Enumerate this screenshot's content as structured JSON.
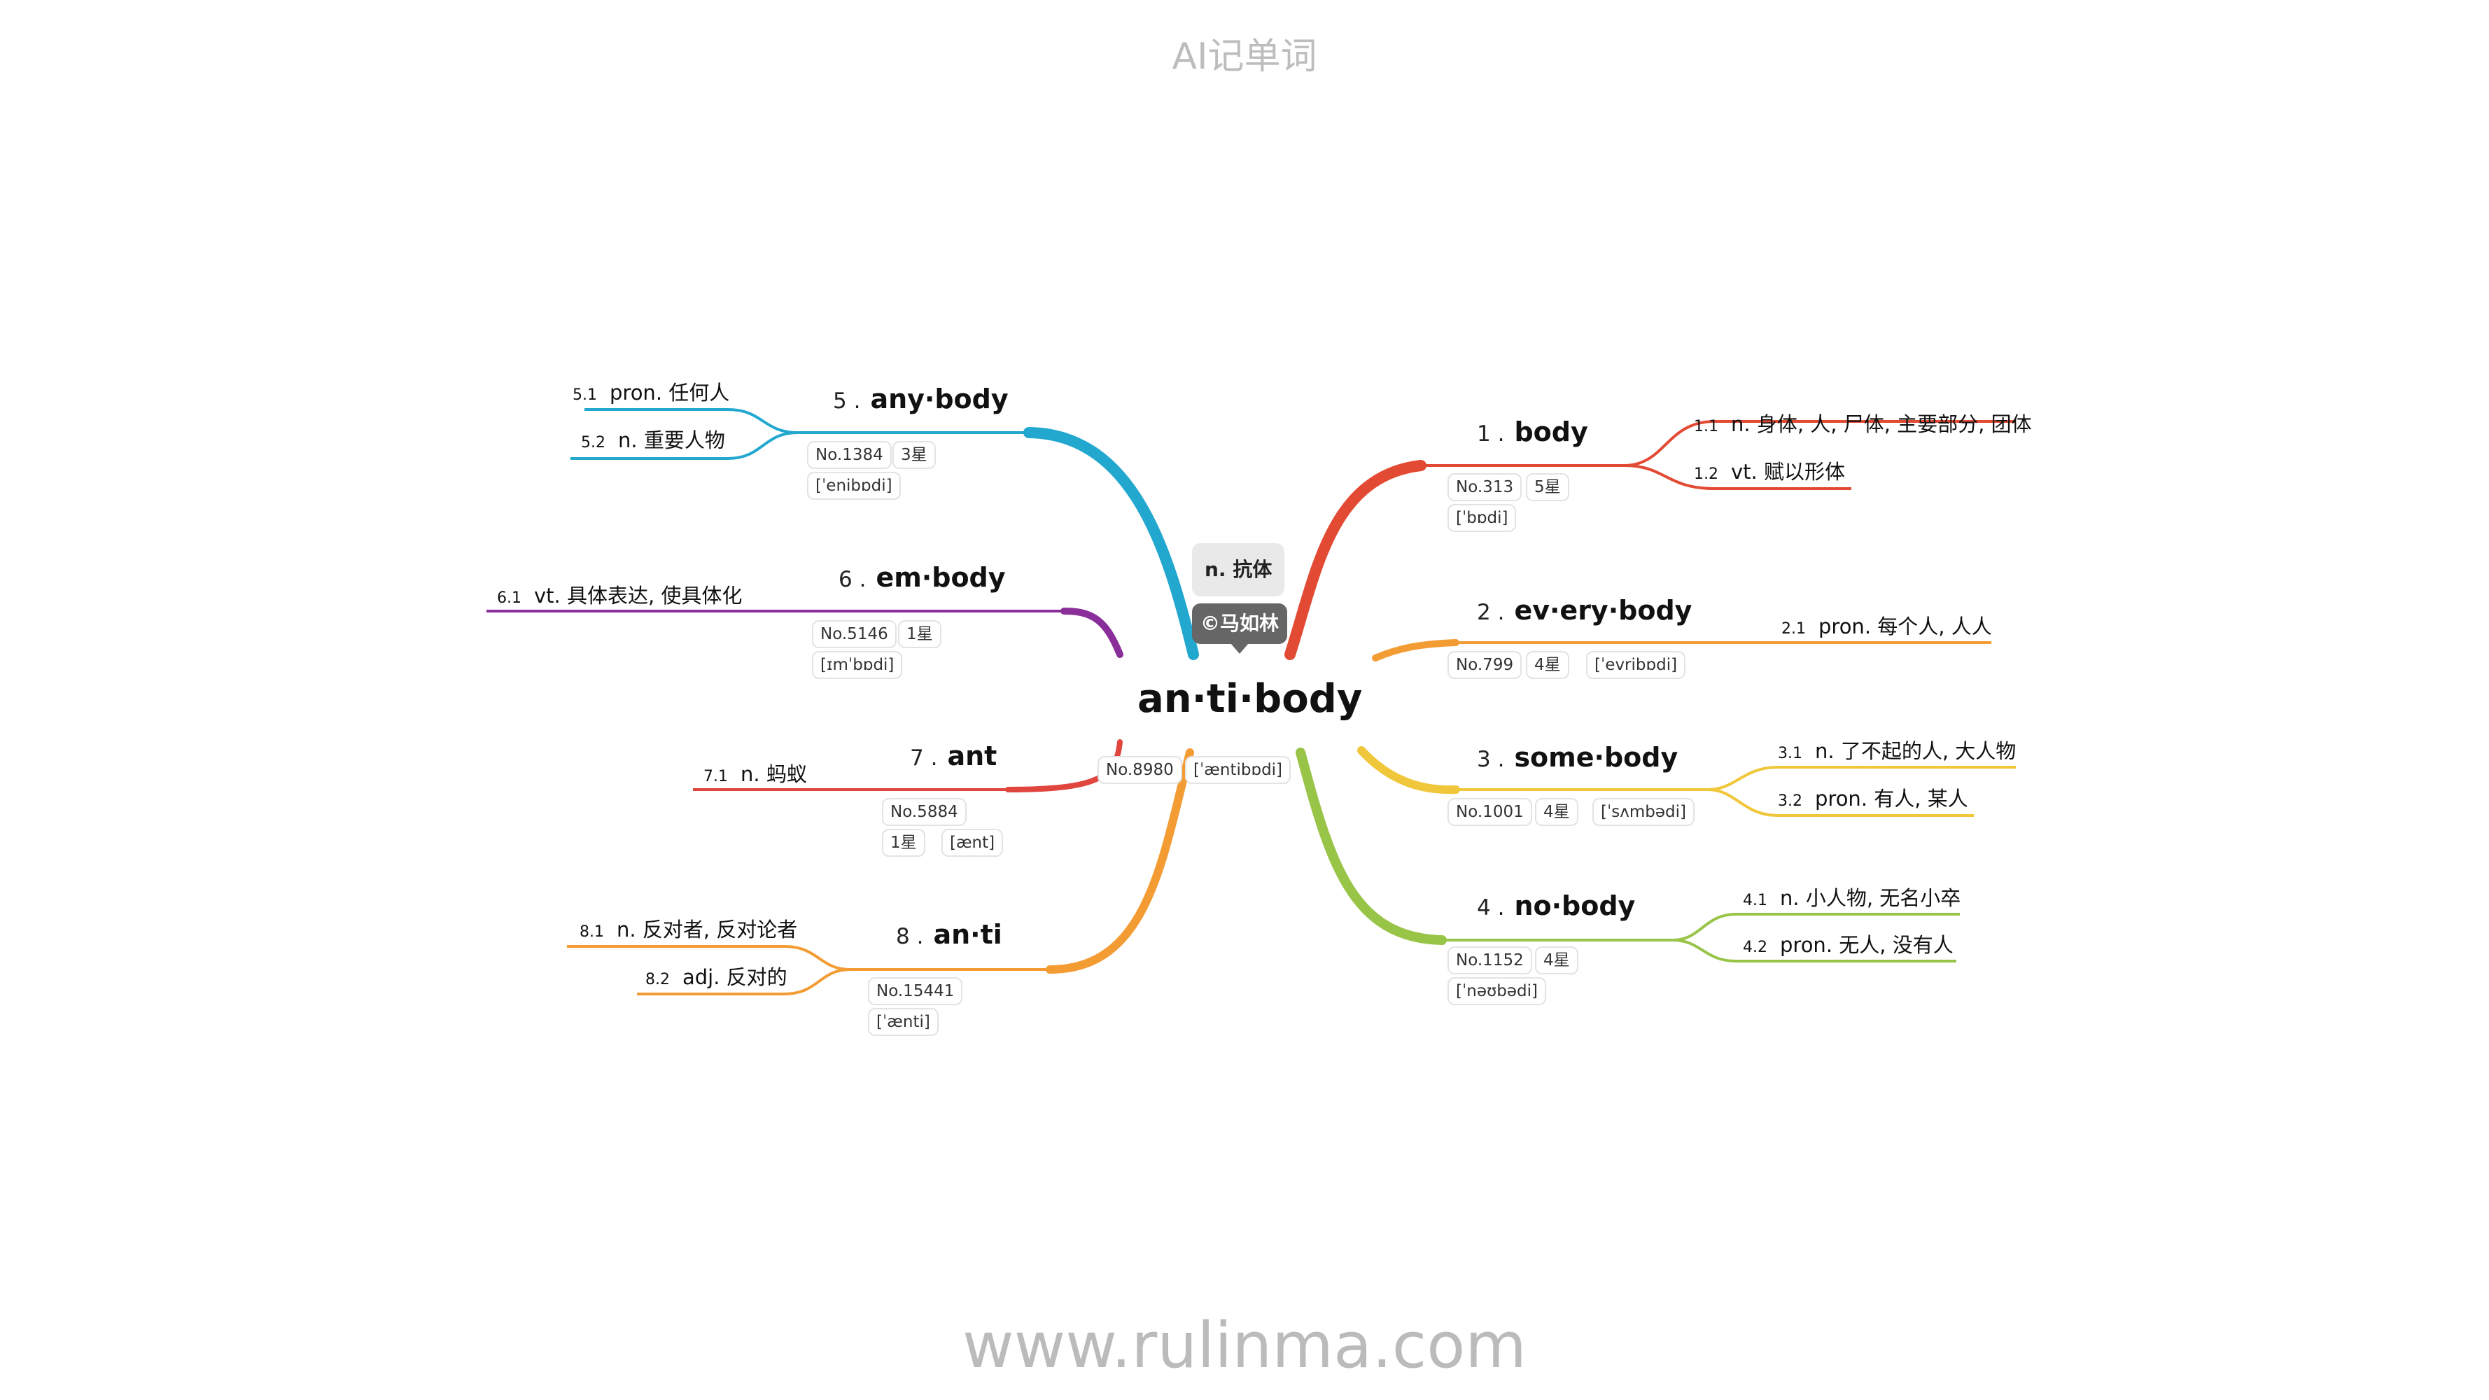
{
  "header": "AI记单词",
  "footer": "www.rulinma.com",
  "center": {
    "word": "an·ti·body",
    "meaning": "n. 抗体",
    "author": "©马如林",
    "rank": "No.8980",
    "phonetic": "[ˈæntibɒdi]"
  },
  "branches": [
    {
      "num": "1 .",
      "word": "body",
      "color": "#e34a33",
      "rank": "No.313",
      "stars": "5星",
      "phonetic": "[ˈbɒdi]",
      "senses": [
        {
          "num": "1.1",
          "text": "n. 身体, 人, 尸体, 主要部分, 团体"
        },
        {
          "num": "1.2",
          "text": "vt. 赋以形体"
        }
      ]
    },
    {
      "num": "2 .",
      "word": "ev·ery·body",
      "color": "#f39c34",
      "rank": "No.799",
      "stars": "4星",
      "phonetic": "[ˈevribɒdi]",
      "senses": [
        {
          "num": "2.1",
          "text": "pron. 每个人, 人人"
        }
      ]
    },
    {
      "num": "3 .",
      "word": "some·body",
      "color": "#f0c63a",
      "rank": "No.1001",
      "stars": "4星",
      "phonetic": "[ˈsʌmbədi]",
      "senses": [
        {
          "num": "3.1",
          "text": "n. 了不起的人, 大人物"
        },
        {
          "num": "3.2",
          "text": "pron. 有人, 某人"
        }
      ]
    },
    {
      "num": "4 .",
      "word": "no·body",
      "color": "#98c447",
      "rank": "No.1152",
      "stars": "4星",
      "phonetic": "[ˈnəʊbədi]",
      "senses": [
        {
          "num": "4.1",
          "text": "n. 小人物, 无名小卒"
        },
        {
          "num": "4.2",
          "text": "pron. 无人, 没有人"
        }
      ]
    },
    {
      "num": "5 .",
      "word": "any·body",
      "color": "#22a7cf",
      "rank": "No.1384",
      "stars": "3星",
      "phonetic": "[ˈenibɒdi]",
      "senses": [
        {
          "num": "5.1",
          "text": "pron. 任何人"
        },
        {
          "num": "5.2",
          "text": "n. 重要人物"
        }
      ]
    },
    {
      "num": "6 .",
      "word": "em·body",
      "color": "#8a2f9a",
      "rank": "No.5146",
      "stars": "1星",
      "phonetic": "[ɪmˈbɒdi]",
      "senses": [
        {
          "num": "6.1",
          "text": "vt. 具体表达, 使具体化"
        }
      ]
    },
    {
      "num": "7 .",
      "word": "ant",
      "color": "#e0463e",
      "rank": "No.5884",
      "stars": "1星",
      "phonetic": "[ænt]",
      "senses": [
        {
          "num": "7.1",
          "text": "n. 蚂蚁"
        }
      ]
    },
    {
      "num": "8 .",
      "word": "an·ti",
      "color": "#f39c34",
      "rank": "No.15441",
      "phonetic": "[ˈænti]",
      "senses": [
        {
          "num": "8.1",
          "text": "n. 反对者, 反对论者"
        },
        {
          "num": "8.2",
          "text": "adj. 反对的"
        }
      ]
    }
  ]
}
